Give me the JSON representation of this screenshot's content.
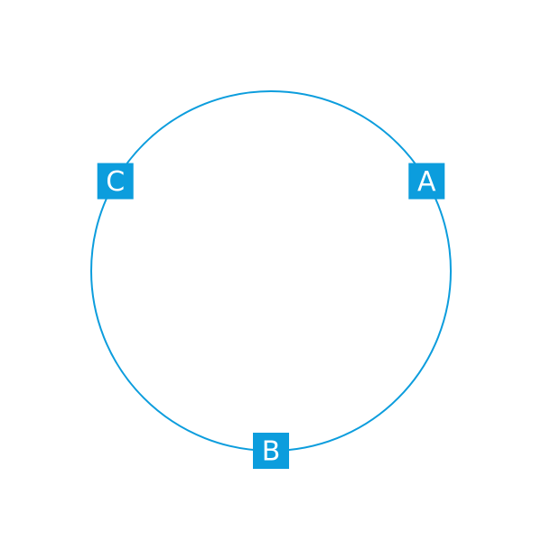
{
  "diagram": {
    "type": "circle-with-labeled-points",
    "accent_color": "#0c9ddd",
    "label_text_color": "#ffffff",
    "background_color": "#ffffff",
    "points": [
      {
        "id": "A",
        "label": "A",
        "angle_deg": 30
      },
      {
        "id": "B",
        "label": "B",
        "angle_deg": -90
      },
      {
        "id": "C",
        "label": "C",
        "angle_deg": 150
      }
    ]
  }
}
